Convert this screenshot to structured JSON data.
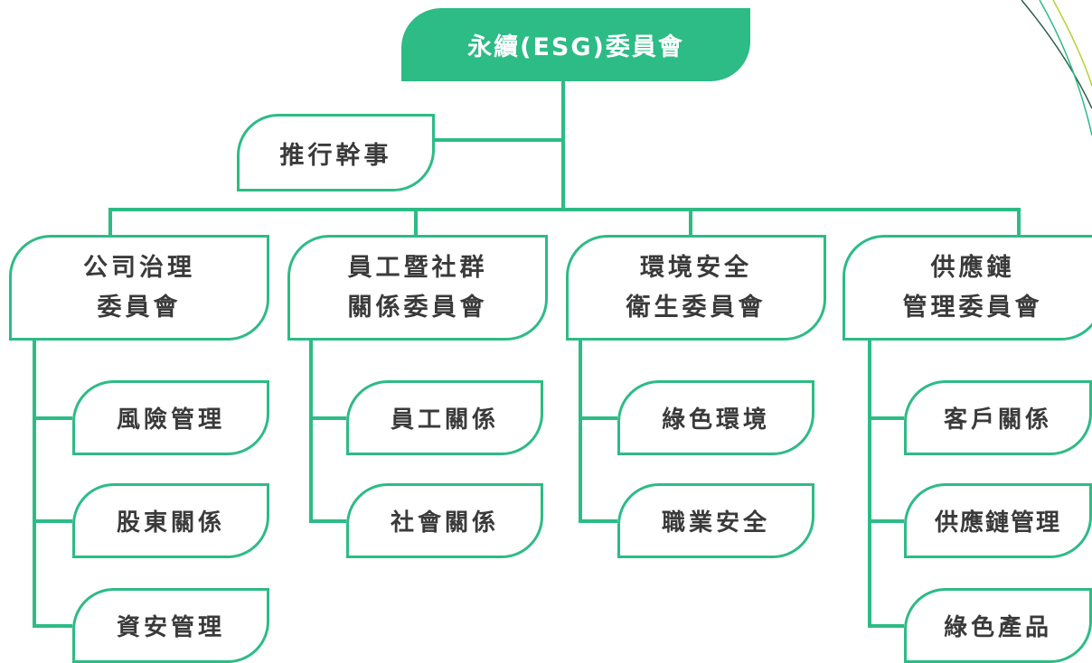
{
  "diagram": {
    "root": {
      "label": "永續(ESG)委員會"
    },
    "executive": {
      "label": "推行幹事"
    },
    "committees": [
      {
        "line1": "公司治理",
        "line2": "委員會",
        "subs": [
          "風險管理",
          "股東關係",
          "資安管理"
        ]
      },
      {
        "line1": "員工暨社群",
        "line2": "關係委員會",
        "subs": [
          "員工關係",
          "社會關係"
        ]
      },
      {
        "line1": "環境安全",
        "line2": "衛生委員會",
        "subs": [
          "綠色環境",
          "職業安全"
        ]
      },
      {
        "line1": "供應鏈",
        "line2": "管理委員會",
        "subs": [
          "客戶關係",
          "供應鏈管理",
          "綠色產品"
        ]
      }
    ],
    "colors": {
      "accent": "#2dbb86",
      "text": "#3a3a3a",
      "box_fill": "#ffffff",
      "root_text": "#ffffff"
    }
  }
}
